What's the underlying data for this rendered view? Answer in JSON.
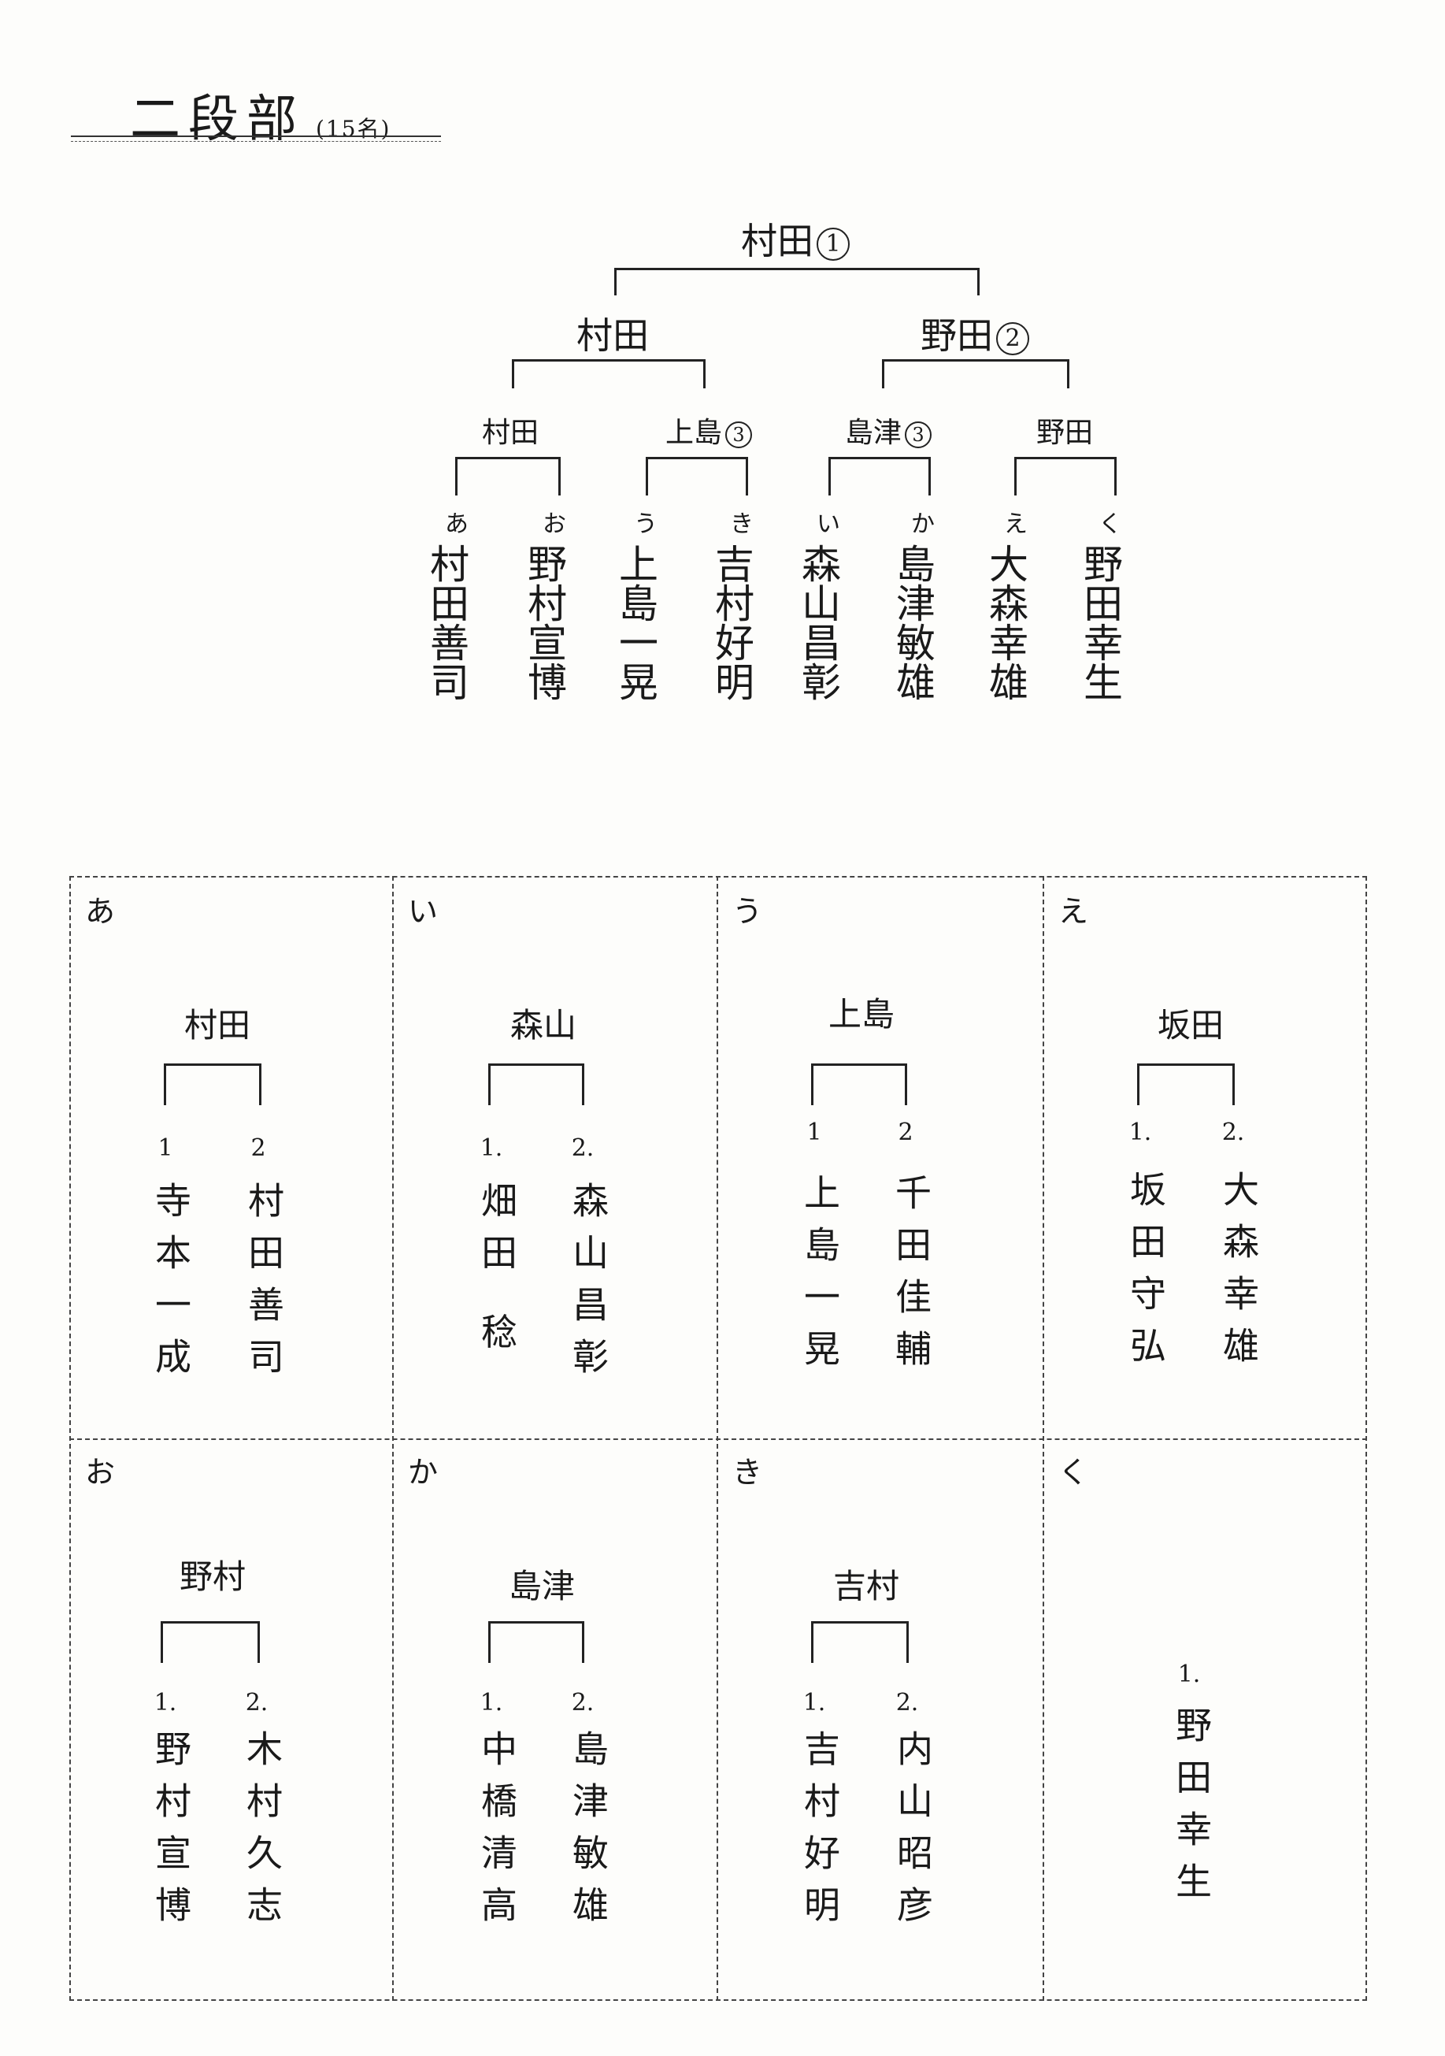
{
  "header": {
    "title": "二段部",
    "count": "(15名)"
  },
  "tree": {
    "champion": {
      "name": "村田",
      "rank": "1"
    },
    "semifinal": [
      {
        "name": "村田",
        "rank": ""
      },
      {
        "name": "野田",
        "rank": "2"
      }
    ],
    "quarterfinal": [
      {
        "name": "村田",
        "rank": ""
      },
      {
        "name": "上島",
        "rank": "3"
      },
      {
        "name": "島津",
        "rank": "3"
      },
      {
        "name": "野田",
        "rank": ""
      }
    ],
    "entrants": [
      {
        "group": "あ",
        "name": "村田善司"
      },
      {
        "group": "お",
        "name": "野村宣博"
      },
      {
        "group": "う",
        "name": "上島一晃"
      },
      {
        "group": "き",
        "name": "吉村好明"
      },
      {
        "group": "い",
        "name": "森山昌彰"
      },
      {
        "group": "か",
        "name": "島津敏雄"
      },
      {
        "group": "え",
        "name": "大森幸雄"
      },
      {
        "group": "く",
        "name": "野田幸生"
      }
    ]
  },
  "groups": [
    {
      "key": "あ",
      "winner": "村田",
      "num1": "1",
      "name1": "寺本一成",
      "num2": "2",
      "name2": "村田善司"
    },
    {
      "key": "い",
      "winner": "森山",
      "num1": "1.",
      "name1": "畑田 稔",
      "num2": "2.",
      "name2": "森山昌彰"
    },
    {
      "key": "う",
      "winner": "上島",
      "num1": "1",
      "name1": "上島一晃",
      "num2": "2",
      "name2": "千田佳輔"
    },
    {
      "key": "え",
      "winner": "坂田",
      "num1": "1.",
      "name1": "坂田守弘",
      "num2": "2.",
      "name2": "大森幸雄"
    },
    {
      "key": "お",
      "winner": "野村",
      "num1": "1.",
      "name1": "野村宣博",
      "num2": "2.",
      "name2": "木村久志"
    },
    {
      "key": "か",
      "winner": "島津",
      "num1": "1.",
      "name1": "中橋清高",
      "num2": "2.",
      "name2": "島津敏雄"
    },
    {
      "key": "き",
      "winner": "吉村",
      "num1": "1.",
      "name1": "吉村好明",
      "num2": "2.",
      "name2": "内山昭彦"
    },
    {
      "key": "く",
      "winner": "",
      "num1": "1.",
      "name1": "野田幸生",
      "num2": "",
      "name2": ""
    }
  ]
}
